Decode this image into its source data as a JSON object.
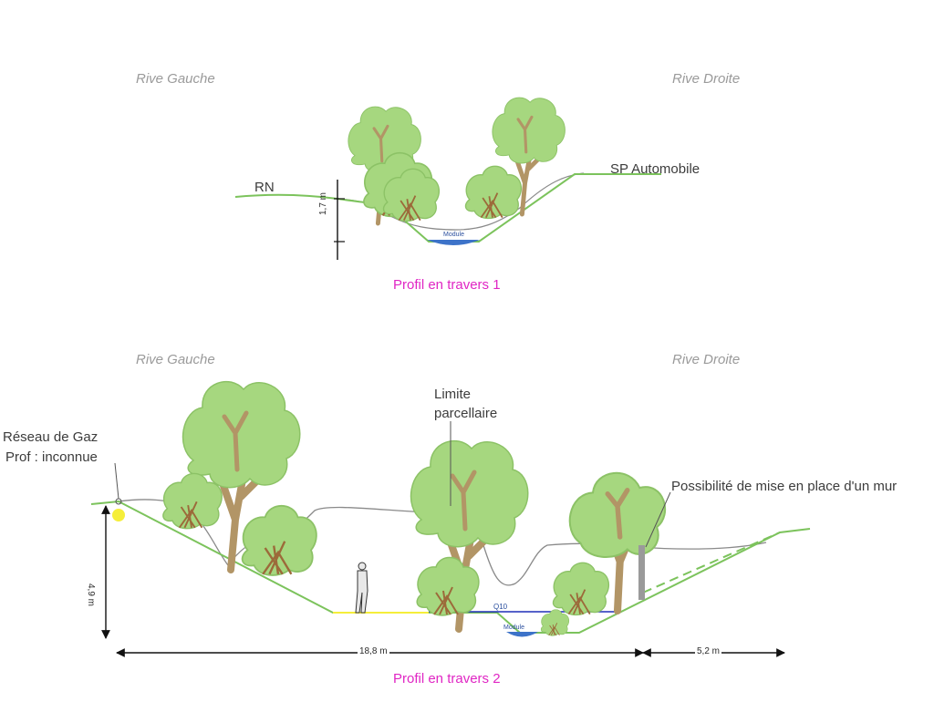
{
  "profile1": {
    "bank_left": "Rive Gauche",
    "bank_right": "Rive Droite",
    "label_rn": "RN",
    "label_sp": "SP Automobile",
    "height_dim": "1,7 m",
    "module_label": "Module",
    "caption": "Profil en travers 1"
  },
  "profile2": {
    "bank_left": "Rive Gauche",
    "bank_right": "Rive Droite",
    "gas_line1": "Réseau de Gaz",
    "gas_line2": "Prof : inconnue",
    "limite_line1": "Limite",
    "limite_line2": "parcellaire",
    "mur_label": "Possibilité de mise en place d'un mur",
    "height_dim": "4,9 m",
    "width_dim": "18,8 m",
    "width_dim_right": "5,2 m",
    "q10_label": "Q10",
    "module_label": "Module",
    "caption": "Profil en travers 2"
  },
  "colors": {
    "terrain": "#7cc35c",
    "tree_crown": "#a6d77f",
    "tree_trunk": "#b29566",
    "water": "#3d73c9",
    "water_line": "#1f2fb8",
    "caption": "#e026c4",
    "bank_text": "#9a9a9a",
    "gas_marker": "#f5ee3a"
  }
}
